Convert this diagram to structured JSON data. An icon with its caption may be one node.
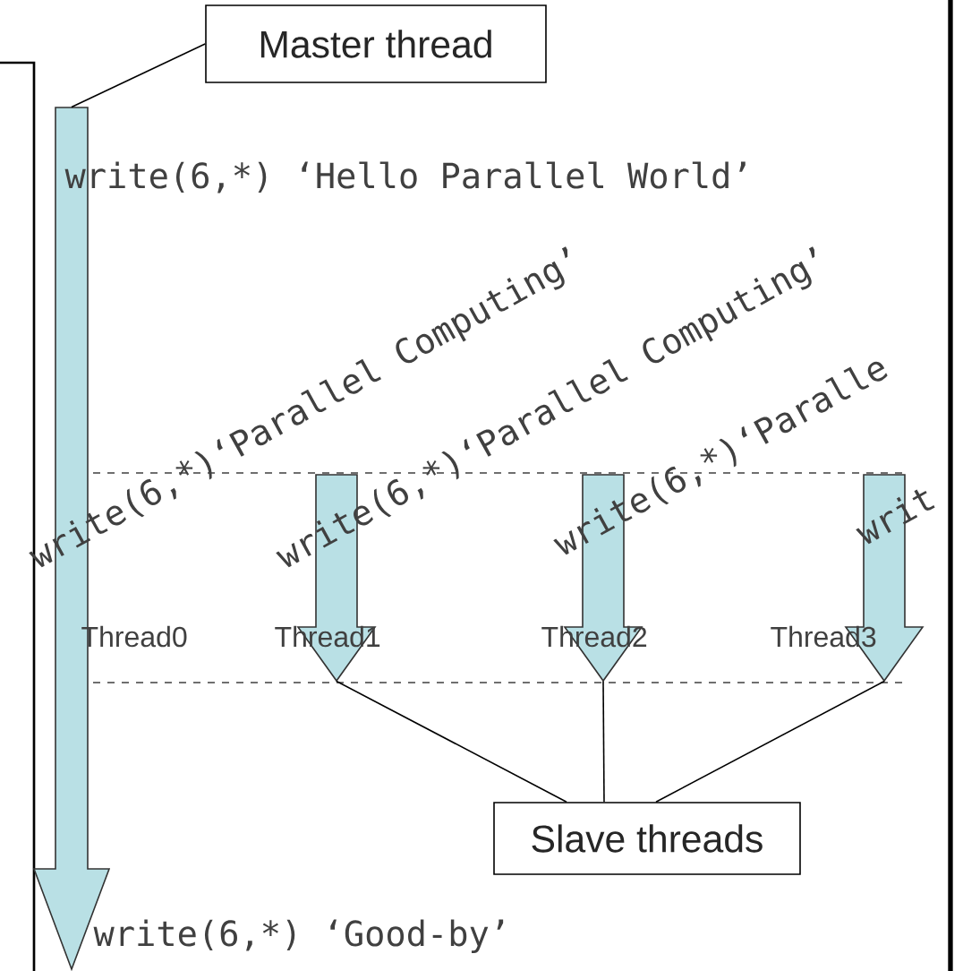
{
  "diagram": {
    "nodes": [
      {
        "text": [
          "Master thread"
        ]
      },
      {
        "text": [],
        "shape": "arrow"
      },
      {
        "text": [],
        "shape": "arrow"
      },
      {
        "text": [],
        "shape": "arrow"
      },
      {
        "text": [],
        "shape": "arrow"
      },
      {
        "text": [
          "Slave threads"
        ]
      }
    ],
    "edges": [
      {
        "from": 0,
        "to": 1,
        "arrow": "none"
      },
      {
        "from": 5,
        "to": 2,
        "arrow": "none"
      },
      {
        "from": 5,
        "to": 3,
        "arrow": "none"
      },
      {
        "from": 5,
        "to": 4,
        "arrow": "none"
      }
    ],
    "labels": [
      "write(6,*) ‘Hello Parallel World’",
      "write(6,*)‘Parallel Computing’",
      "write(6,*)‘Parallel Computing’",
      "write(6,*)‘Paralle",
      "writ",
      "Thread0",
      "Thread1",
      "Thread2",
      "Thread3",
      "write(6,*) ‘Good-by’"
    ]
  }
}
